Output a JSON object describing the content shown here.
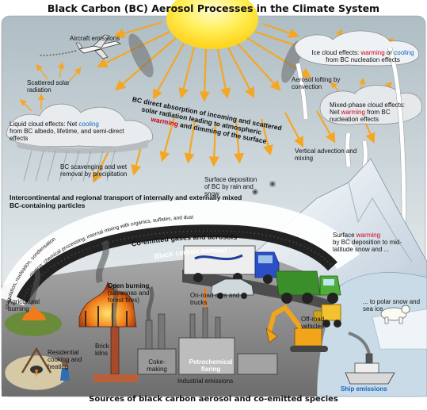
{
  "title": "Black Carbon (BC) Aerosol Processes in the Climate System",
  "bottom_title": "Sources of black carbon aerosol and co-emitted species",
  "colors": {
    "sky_top": "#b9c6cc",
    "sky_bottom": "#eef1f2",
    "sun": "#ffe94d",
    "ray": "#f5a623",
    "warm": "#d0021b",
    "cool": "#1565c0",
    "ground": "#8f8f8f",
    "ice": "#dfe9f1"
  },
  "labels": {
    "aircraft": "Aircraft emissions",
    "scattered_solar": "Scattered solar radiation",
    "ice_cloud_1": "Ice cloud effects: ",
    "ice_cloud_warming": "warming",
    "ice_cloud_or": " or ",
    "ice_cloud_cooling": "cooling",
    "ice_cloud_2": "from BC nucleation effects",
    "aerosol_lofting": "Aerosol lofting by convection",
    "mixed_phase_1": "Mixed-phase cloud effects:",
    "mixed_phase_2": "Net ",
    "mixed_phase_warming": "warming",
    "mixed_phase_3": " from BC nucleation effects",
    "liquid_1": "Liquid cloud effects: Net ",
    "liquid_cooling": "cooling",
    "liquid_2": "from BC albedo, lifetime, and semi-direct effects",
    "direct_abs_1": "BC direct absorption of incoming and scattered",
    "direct_abs_2": "solar radiation leading to atmospheric",
    "direct_abs_warming": "warming",
    "direct_abs_3": " and dimming of the surface",
    "vertical_advection": "Vertical advection and mixing",
    "scavenging": "BC scavenging and wet removal by precipitation",
    "surface_deposition": "Surface deposition of BC by rain and snow",
    "transport": "Intercontinental and regional transport of internally and externally mixed BC-containing particles",
    "arc_dilution": "dilution; chemical processing; internal mixing with organics, sulfates, and dust",
    "arc_coemitted": "Co-emitted gases and aerosols",
    "arc_bc": "Black carbon aerosol",
    "arc_coag": "coagulation, nucleation, condensation",
    "surface_warming_1": "Surface ",
    "surface_warming_red": "warming",
    "surface_warming_2": "by BC deposition to mid-latitude snow and ...",
    "polar": "... to polar snow and sea ice",
    "open_burning_1": "Open burning",
    "open_burning_2": "(savannas and forest fires)",
    "on_road": "On-road cars and trucks",
    "agricultural": "Agricultural burning",
    "off_road": "Off-road vehicles",
    "residential": "Residential cooking and heating",
    "brick_kilns": "Brick kilns",
    "coke_making": "Coke-making",
    "petrochemical": "Petrochemical flaring",
    "industrial": "Industrial emissions",
    "ship": "Ship emissions"
  }
}
